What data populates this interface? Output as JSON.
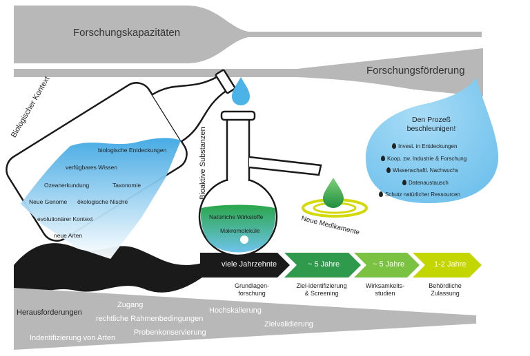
{
  "top": {
    "research_capacities": "Forschungskapazitäten",
    "research_funding": "Forschungsförderung"
  },
  "bottle": {
    "label": "Biologischer Kontext",
    "items": [
      "biologische Entdeckungen",
      "verfügbares Wissen",
      "Ozeanerkundung",
      "Taxonomie",
      "Neue Genome",
      "ökologische Nische",
      "evolutionärer Kontext",
      "neue Arten"
    ]
  },
  "flask": {
    "label": "Bioaktive Substanzen",
    "items": [
      "Natürliche Wirkstoffe",
      "Makromoleküle"
    ]
  },
  "medicine": {
    "label": "Neue Medikamente"
  },
  "drop": {
    "title": "Den Prozeß beschleunigen!",
    "items": [
      "Invest. in Entdeckungen",
      "Koop. zw. Industrie & Forschung",
      "Wissenschaftl. Nachwuchs",
      "Datenaustausch",
      "Schutz natürlicher Ressourcen"
    ]
  },
  "timeline": {
    "durations": [
      "viele Jahrzehnte",
      "~ 5 Jahre",
      "~ 5 Jahre",
      "1-2 Jahre"
    ],
    "phases": [
      "Grundlagen-forschung",
      "Ziel-identifizierung & Screening",
      "Wirksamkeits-studien",
      "Behördliche Zulassung"
    ]
  },
  "challenges": {
    "title": "Herausforderungen",
    "items": [
      "Zugang",
      "rechtliche Rahmenbedingungen",
      "Hochskalierung",
      "Zielvalidierung",
      "Indentifizierung von Arten",
      "Probenkonservierung"
    ]
  },
  "colors": {
    "gray": "#b8b8b8",
    "water_blue": "#5fb8e8",
    "drop_blue": "#8dcdf0",
    "dark_green": "#2f9a4c",
    "mid_green": "#7cc242",
    "yellow_green": "#c4d600",
    "black": "#1a1a1a"
  }
}
